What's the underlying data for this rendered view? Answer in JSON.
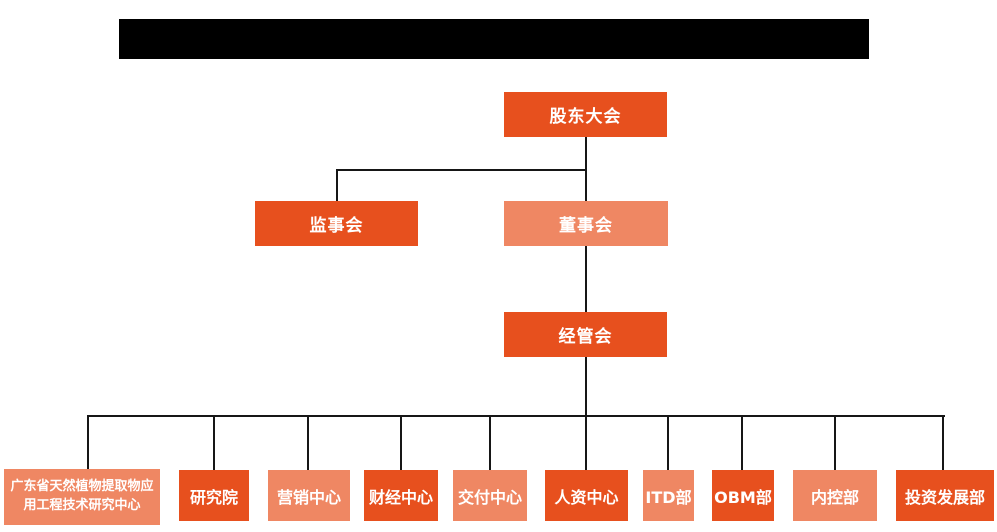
{
  "diagram": {
    "type": "org-chart",
    "description": "公司组织架构图 (corporate organization chart), title banner blacked out"
  },
  "colors": {
    "background": "#ffffff",
    "banner": "#000000",
    "dark": "#e7501e",
    "light": "#ef8763",
    "line": "#161616",
    "text": "#ffffff"
  },
  "nodes": [
    {
      "id": "shareholders-meeting",
      "label": "股东大会",
      "variant": "dark",
      "level": 1,
      "parent": null
    },
    {
      "id": "supervisory-board",
      "label": "监事会",
      "variant": "dark",
      "level": 2,
      "parent": "shareholders-meeting"
    },
    {
      "id": "board-of-directors",
      "label": "董事会",
      "variant": "light",
      "level": 2,
      "parent": "shareholders-meeting"
    },
    {
      "id": "management-committee",
      "label": "经管会",
      "variant": "dark",
      "level": 3,
      "parent": "board-of-directors"
    },
    {
      "id": "guangdong-plant-extract-research-center",
      "label": "广东省天然植物提取物应用工程技术研究中心",
      "variant": "light",
      "level": 4,
      "parent": "management-committee"
    },
    {
      "id": "research-institute",
      "label": "研究院",
      "variant": "dark",
      "level": 4,
      "parent": "management-committee"
    },
    {
      "id": "marketing-center",
      "label": "营销中心",
      "variant": "light",
      "level": 4,
      "parent": "management-committee"
    },
    {
      "id": "finance-center",
      "label": "财经中心",
      "variant": "dark",
      "level": 4,
      "parent": "management-committee"
    },
    {
      "id": "delivery-center",
      "label": "交付中心",
      "variant": "light",
      "level": 4,
      "parent": "management-committee"
    },
    {
      "id": "hr-center",
      "label": "人资中心",
      "variant": "dark",
      "level": 4,
      "parent": "management-committee"
    },
    {
      "id": "itd-department",
      "label": "ITD部",
      "variant": "light",
      "level": 4,
      "parent": "management-committee"
    },
    {
      "id": "obm-department",
      "label": "OBM部",
      "variant": "dark",
      "level": 4,
      "parent": "management-committee"
    },
    {
      "id": "internal-control-department",
      "label": "内控部",
      "variant": "light",
      "level": 4,
      "parent": "management-committee"
    },
    {
      "id": "investment-development-department",
      "label": "投资发展部",
      "variant": "dark",
      "level": 4,
      "parent": "management-committee"
    }
  ]
}
